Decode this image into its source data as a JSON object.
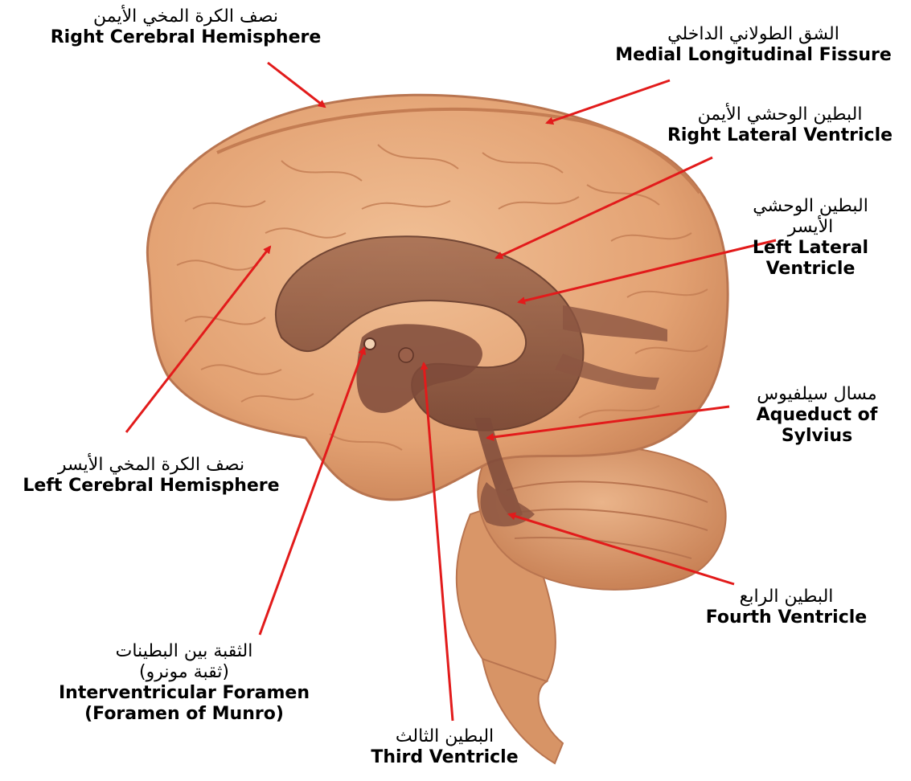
{
  "labels": {
    "right_hemisphere": {
      "ar": "نصف الكرة المخي الأيمن",
      "en": "Right Cerebral Hemisphere"
    },
    "medial_fissure": {
      "ar": "الشق الطولاني الداخلي",
      "en": "Medial Longitudinal Fissure"
    },
    "right_lateral_ventricle": {
      "ar": "البطين الوحشي الأيمن",
      "en": "Right Lateral Ventricle"
    },
    "left_lateral_ventricle": {
      "ar1": "البطين الوحشي",
      "ar2": "الأيسر",
      "en1": "Left Lateral",
      "en2": "Ventricle"
    },
    "aqueduct": {
      "ar": "مسال سيلفيوس",
      "en1": "Aqueduct of",
      "en2": "Sylvius"
    },
    "left_hemisphere": {
      "ar": "نصف الكرة المخي الأيسر",
      "en": "Left Cerebral Hemisphere"
    },
    "fourth_ventricle": {
      "ar": "البطين الرابع",
      "en": "Fourth Ventricle"
    },
    "foramen": {
      "ar1": "الثقبة بين البطينات",
      "ar2": "(ثقبة مونرو)",
      "en1": "Interventricular Foramen",
      "en2": "(Foramen of Munro)"
    },
    "third_ventricle": {
      "ar": "البطين الثالث",
      "en": "Third Ventricle"
    }
  },
  "colors": {
    "arrow": "#e21b1b",
    "brain": "#e8a877",
    "brain_shadow": "#c9835a",
    "ventricle": "#7e4a39",
    "cerebellum": "#dc9a6c",
    "stem": "#d79466",
    "background": "#ffffff"
  }
}
